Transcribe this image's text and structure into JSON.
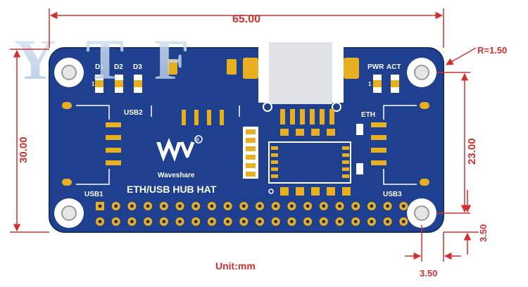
{
  "diagram": {
    "dimensions": {
      "width": "65.00",
      "height": "30.00",
      "hole_spacing": "23.00",
      "corner_radius": "R=1.50",
      "hole_offset_x": "3.50",
      "hole_offset_y": "3.50"
    },
    "unit_label": "Unit:mm",
    "watermark": "YTF",
    "board": {
      "title": "ETH/USB HUB HAT",
      "brand": "Waveshare",
      "registered_mark": "®",
      "labels": {
        "d1": "D1",
        "d2": "D2",
        "d3": "D3",
        "pwr": "PWR",
        "act": "ACT",
        "usb1": "USB1",
        "usb2": "USB2",
        "usb3": "USB3",
        "eth": "ETH",
        "pad_1_left": "1",
        "pad_1_right": "1"
      }
    },
    "colors": {
      "pcb": "#1f3f8f",
      "pcb_edge": "#14306f",
      "gold": "#e8b020",
      "dimension": "#d23030",
      "silkscreen": "#ffffff"
    }
  }
}
